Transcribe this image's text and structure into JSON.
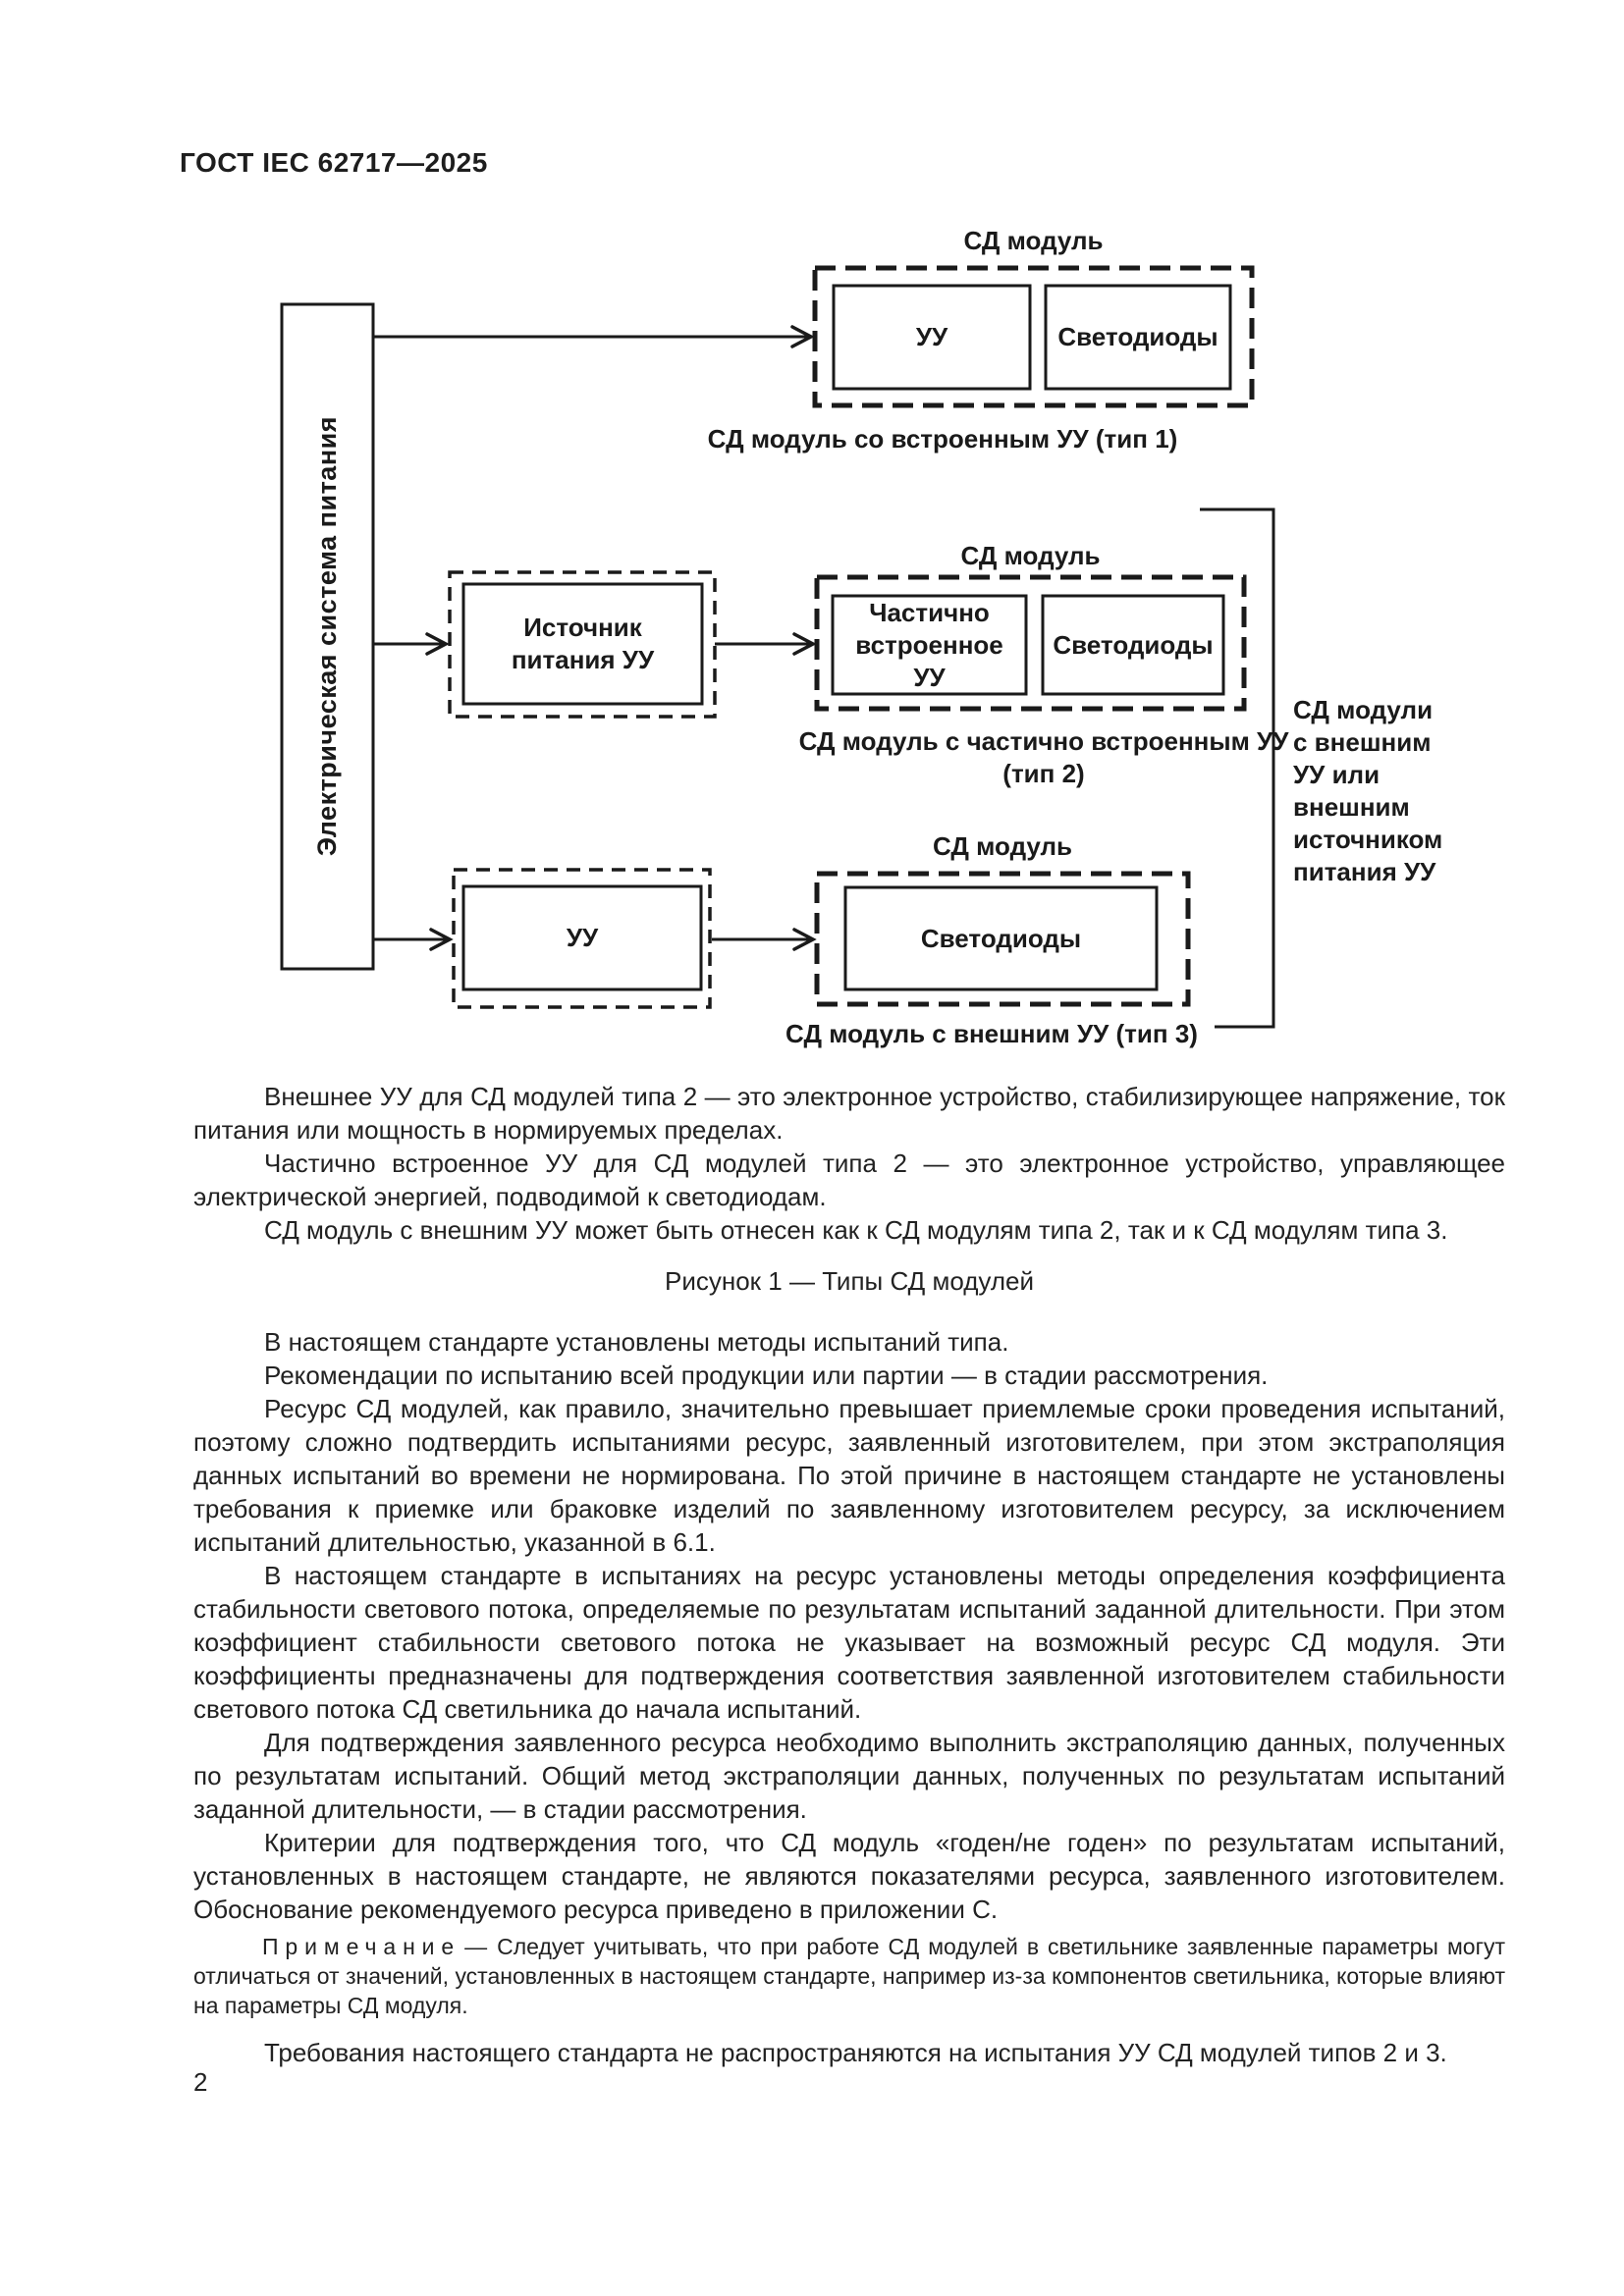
{
  "page": {
    "header": "ГОСТ IEC 62717—2025",
    "page_number": "2"
  },
  "figure": {
    "power_system": "Электрическая система питания",
    "type1": {
      "module": "СД модуль",
      "driver": "УУ",
      "leds": "Светодиоды",
      "caption": "СД модуль со встроенным УУ (тип 1)"
    },
    "type2": {
      "module": "СД модуль",
      "power_supply": "Источник питания УУ",
      "partial_driver": "Частично встроенное УУ",
      "leds": "Светодиоды",
      "caption": "СД модуль с частично встроенным УУ\n(тип 2)"
    },
    "type3": {
      "module": "СД модуль",
      "driver": "УУ",
      "leds": "Светодиоды",
      "caption": "СД модуль с  внешним УУ (тип 3)"
    },
    "bracket_note": "СД модули\nс внешним\nУУ или\nвнешним\nисточником\nпитания УУ",
    "caption": "Рисунок 1 — Типы СД модулей"
  },
  "paragraphs": {
    "p1": "Внешнее УУ для СД модулей типа 2 — это электронное устройство, стабилизирующее напряжение, ток питания или мощность в нормируемых пределах.",
    "p2": "Частично встроенное УУ для СД модулей типа 2 — это электронное устройство, управляющее электрической энергией, подводимой к светодиодам.",
    "p3": "СД модуль с внешним УУ может быть отнесен как к СД модулям типа 2, так и к СД модулям типа 3.",
    "p4": "В настоящем стандарте установлены методы испытаний типа.",
    "p5": "Рекомендации по испытанию всей продукции или партии — в стадии рассмотрения.",
    "p6": "Ресурс СД модулей, как правило, значительно превышает приемлемые сроки проведения испытаний, поэтому сложно подтвердить испытаниями ресурс, заявленный изготовителем, при этом экстраполяция данных испытаний во времени не нормирована. По этой причине в настоящем стандарте не установлены требования к приемке или браковке изделий по заявленному изготовителем ресурсу, за исключением испытаний длительностью, указанной в 6.1.",
    "p7": "В настоящем стандарте в испытаниях на ресурс установлены методы определения коэффициента стабильности светового потока, определяемые по результатам испытаний заданной длительности. При этом коэффициент стабильности светового потока не указывает на возможный ресурс СД модуля. Эти коэффициенты предназначены для подтверждения соответствия заявленной изготовителем стабильности светового потока СД светильника до начала испытаний.",
    "p8": "Для подтверждения заявленного ресурса необходимо выполнить экстраполяцию данных, полученных по результатам испытаний. Общий метод экстраполяции данных, полученных по результатам испытаний заданной длительности, — в стадии рассмотрения.",
    "p9": "Критерии для подтверждения того, что СД модуль «годен/не годен» по результатам испытаний, установленных в настоящем стандарте, не являются показателями ресурса, заявленного изготовителем. Обоснование рекомендуемого ресурса приведено в приложении С.",
    "p10": "Требования настоящего стандарта не распространяются на испытания УУ СД модулей типов 2 и 3."
  },
  "note": {
    "label": "Примечание",
    "dash": "—",
    "text": "Следует учитывать, что при работе СД модулей в светильнике заявленные параметры могут отличаться от значений, установленных в настоящем стандарте, например из-за компонентов светильника, которые влияют на параметры СД модуля."
  }
}
